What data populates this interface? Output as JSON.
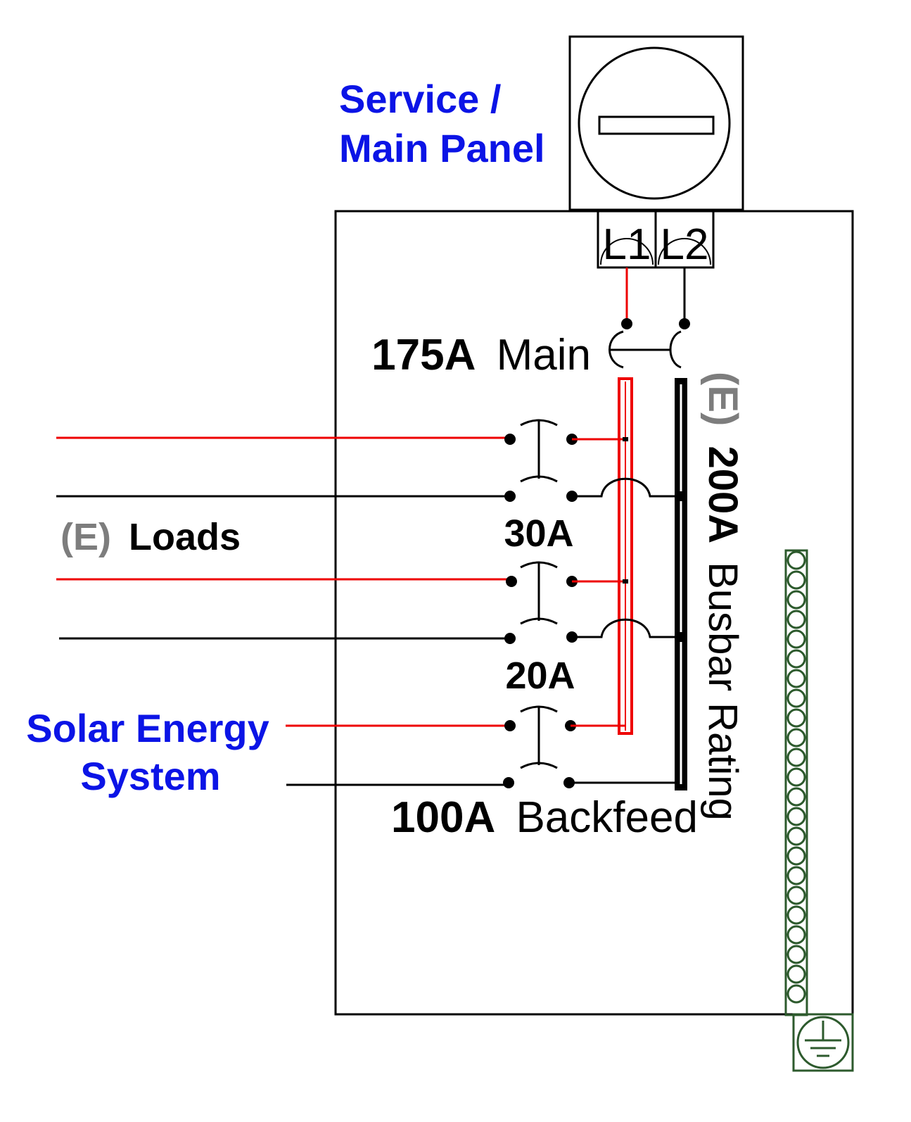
{
  "labels": {
    "service_line1": "Service /",
    "service_line2": "Main Panel",
    "l1": "L1",
    "l2": "L2",
    "main_amps": "175A",
    "main_word": "Main",
    "busbar_e": "(E)",
    "busbar_amps": "200A",
    "busbar_text": "Busbar Rating",
    "loads_e": "(E)",
    "loads_text": "Loads",
    "breaker1": "30A",
    "breaker2": "20A",
    "solar_line1": "Solar Energy",
    "solar_line2": "System",
    "backfeed_amps": "100A",
    "backfeed_word": "Backfeed"
  },
  "colors": {
    "line_red": "#ee0000",
    "line_black": "#000000",
    "label_blue": "#0b14e6",
    "existing_grey": "#7d7d7d",
    "ground_green": "#2d5a2d"
  },
  "icons": {
    "meter": "meter-icon",
    "ground": "ground-icon"
  }
}
